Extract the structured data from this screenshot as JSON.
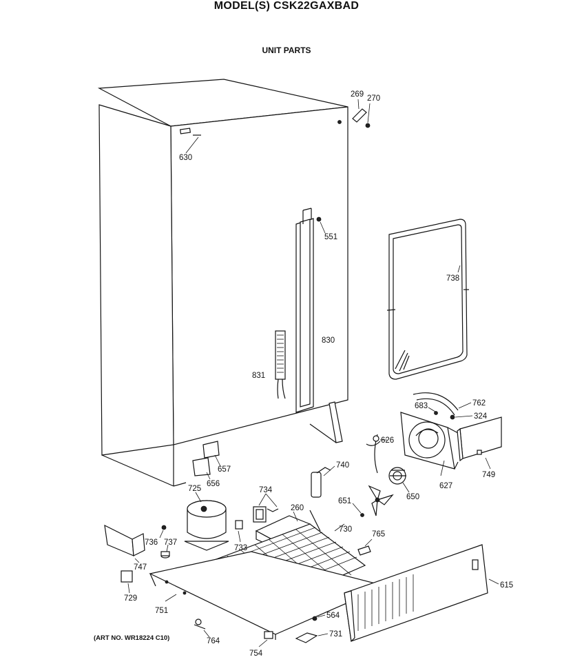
{
  "header": {
    "model_title": "MODEL(S) CSK22GAXBAD",
    "section_title": "UNIT PARTS"
  },
  "art_number": "(ART NO. WR18224 C10)",
  "callouts": {
    "p269": "269",
    "p270": "270",
    "p630": "630",
    "p551": "551",
    "p738": "738",
    "p830": "830",
    "p831": "831",
    "p683": "683",
    "p762": "762",
    "p324": "324",
    "p626": "626",
    "p657": "657",
    "p656": "656",
    "p740": "740",
    "p749": "749",
    "p627": "627",
    "p650": "650",
    "p651": "651",
    "p725": "725",
    "p734": "734",
    "p260": "260",
    "p730": "730",
    "p765": "765",
    "p736": "736",
    "p737": "737",
    "p733": "733",
    "p747": "747",
    "p615": "615",
    "p729": "729",
    "p751": "751",
    "p564": "564",
    "p731": "731",
    "p764": "764",
    "p754": "754"
  }
}
